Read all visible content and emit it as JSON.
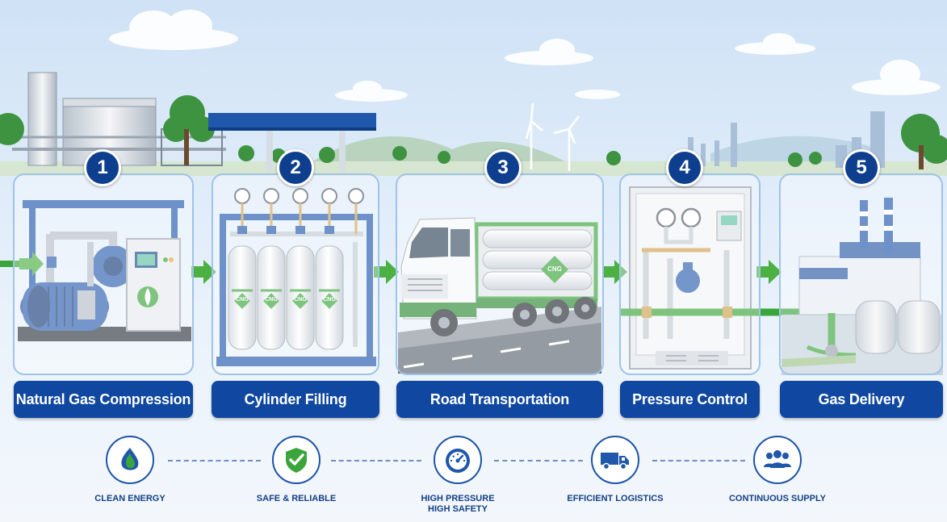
{
  "stages": [
    {
      "number": "1",
      "label": "Natural Gas Compression"
    },
    {
      "number": "2",
      "label": "Cylinder Filling"
    },
    {
      "number": "3",
      "label": "Road Transportation"
    },
    {
      "number": "4",
      "label": "Pressure Control"
    },
    {
      "number": "5",
      "label": "Gas Delivery"
    }
  ],
  "cylinder_tag": "CNG",
  "features": [
    {
      "label": "CLEAN ENERGY",
      "icon": "leaf-flame-icon"
    },
    {
      "label": "SAFE & RELIABLE",
      "icon": "shield-check-icon"
    },
    {
      "label": "HIGH PRESSURE\nHIGH SAFETY",
      "icon": "gauge-icon"
    },
    {
      "label": "EFFICIENT LOGISTICS",
      "icon": "truck-icon"
    },
    {
      "label": "CONTINUOUS SUPPLY",
      "icon": "people-icon"
    }
  ],
  "colors": {
    "brand_blue": "#0f47a1",
    "accent_green": "#3aa53a",
    "sky": "#dbe9f8"
  }
}
